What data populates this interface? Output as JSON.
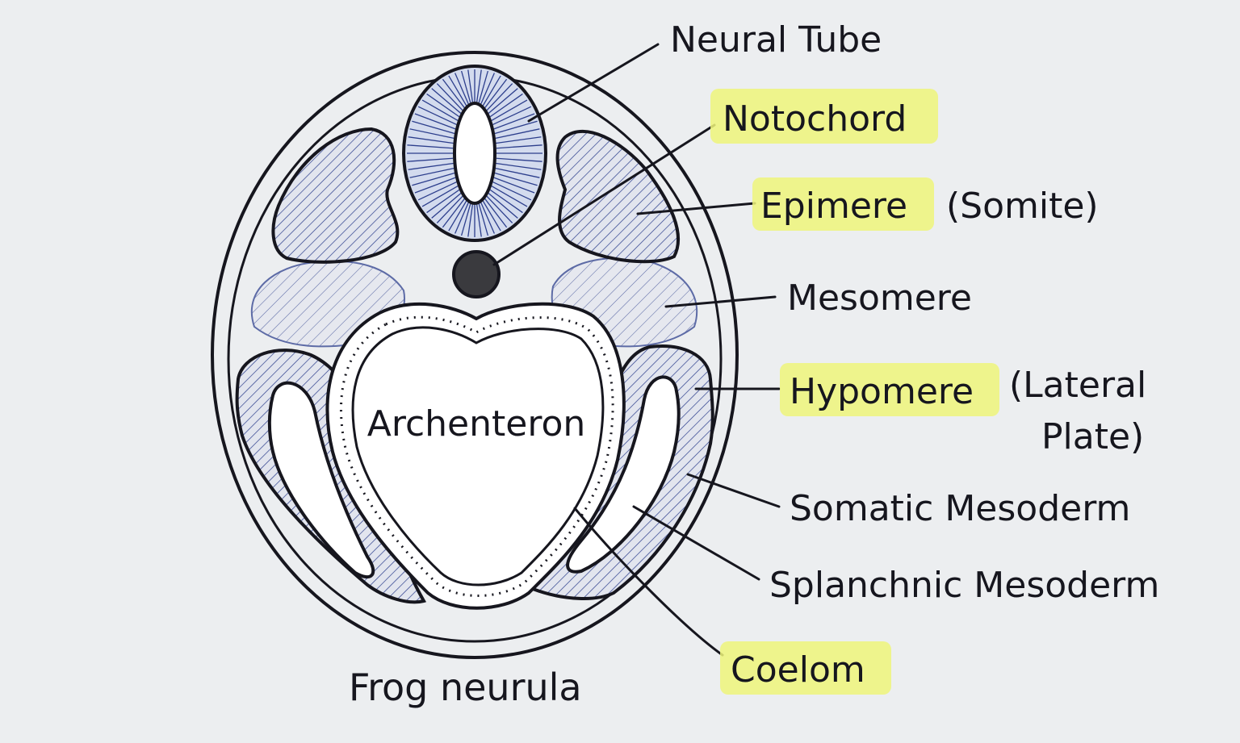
{
  "diagram": {
    "caption": "Frog neurula",
    "center_label": "Archenteron",
    "labels": {
      "neural_tube": "Neural Tube",
      "notochord": "Notochord",
      "epimere": "Epimere",
      "epimere_note": "(Somite)",
      "mesomere": "Mesomere",
      "hypomere": "Hypomere",
      "hypomere_note_1": "(Lateral",
      "hypomere_note_2": "Plate)",
      "somatic": "Somatic Mesoderm",
      "splanchnic": "Splanchnic Mesoderm",
      "coelom": "Coelom"
    },
    "highlighted": [
      "Notochord",
      "Epimere",
      "Hypomere",
      "Coelom"
    ],
    "colors": {
      "ink": "#16161e",
      "hatch": "#2c3e8c",
      "highlight": "#eef47a",
      "background": "#eceef0"
    }
  }
}
